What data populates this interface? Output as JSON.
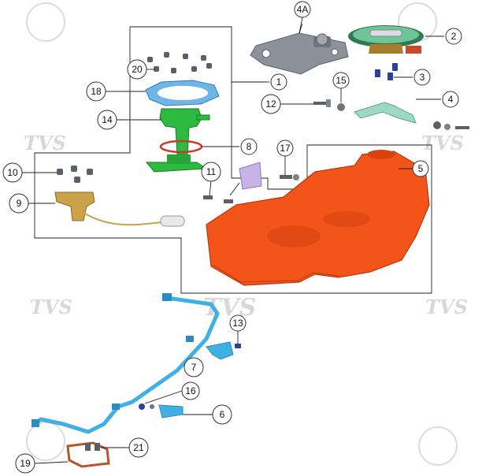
{
  "diagram": {
    "watermark_text": "TVS",
    "callouts": [
      {
        "id": "4A",
        "label": "4A"
      },
      {
        "id": "2",
        "label": "2"
      },
      {
        "id": "20",
        "label": "20"
      },
      {
        "id": "1",
        "label": "1"
      },
      {
        "id": "3",
        "label": "3"
      },
      {
        "id": "15",
        "label": "15"
      },
      {
        "id": "18",
        "label": "18"
      },
      {
        "id": "12",
        "label": "12"
      },
      {
        "id": "4",
        "label": "4"
      },
      {
        "id": "14",
        "label": "14"
      },
      {
        "id": "8",
        "label": "8"
      },
      {
        "id": "17",
        "label": "17"
      },
      {
        "id": "10",
        "label": "10"
      },
      {
        "id": "11",
        "label": "11"
      },
      {
        "id": "5",
        "label": "5"
      },
      {
        "id": "9",
        "label": "9"
      },
      {
        "id": "13",
        "label": "13"
      },
      {
        "id": "7",
        "label": "7"
      },
      {
        "id": "16",
        "label": "16"
      },
      {
        "id": "6",
        "label": "6"
      },
      {
        "id": "21",
        "label": "21"
      },
      {
        "id": "19",
        "label": "19"
      }
    ],
    "colors": {
      "tank": "#f2541a",
      "pump": "#2dbb3f",
      "gasket": "#6fb6e6",
      "pipe": "#3fb0e4",
      "sensor": "#c9a24a",
      "brace": "#9ed9c5",
      "bracket": "#8d9199",
      "cap": "#2f7a52",
      "clip": "#c7b3e6",
      "clamp": "#b5562e"
    }
  }
}
